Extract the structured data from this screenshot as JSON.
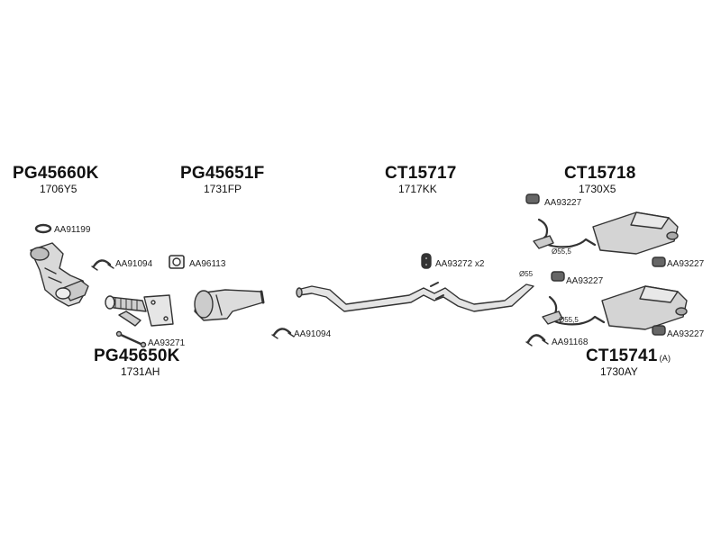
{
  "assemblies": [
    {
      "id": "a1",
      "part_number": "PG45660K",
      "oem_code": "1706Y5"
    },
    {
      "id": "a2",
      "part_number": "PG45651F",
      "oem_code": "1731FP"
    },
    {
      "id": "a3",
      "part_number": "CT15717",
      "oem_code": "1717KK"
    },
    {
      "id": "a4",
      "part_number": "CT15718",
      "oem_code": "1730X5"
    },
    {
      "id": "a5",
      "part_number": "PG45650K",
      "oem_code": "1731AH"
    },
    {
      "id": "a6",
      "part_number": "CT15741",
      "suffix": "(A)",
      "oem_code": "1730AY"
    }
  ],
  "accessories": {
    "c1": "AA91199",
    "c2": "AA91094",
    "c3": "AA96113",
    "c4": "AA93271",
    "c5": "AA91094",
    "c6": "AA93272 x2",
    "c7": "AA93227",
    "c8": "AA93227",
    "c9": "AA93227",
    "c10": "AA93227",
    "c11": "AA91168"
  },
  "dimensions": {
    "d1": "Ø55",
    "d2": "Ø55,5",
    "d3": "Ø55,5"
  }
}
